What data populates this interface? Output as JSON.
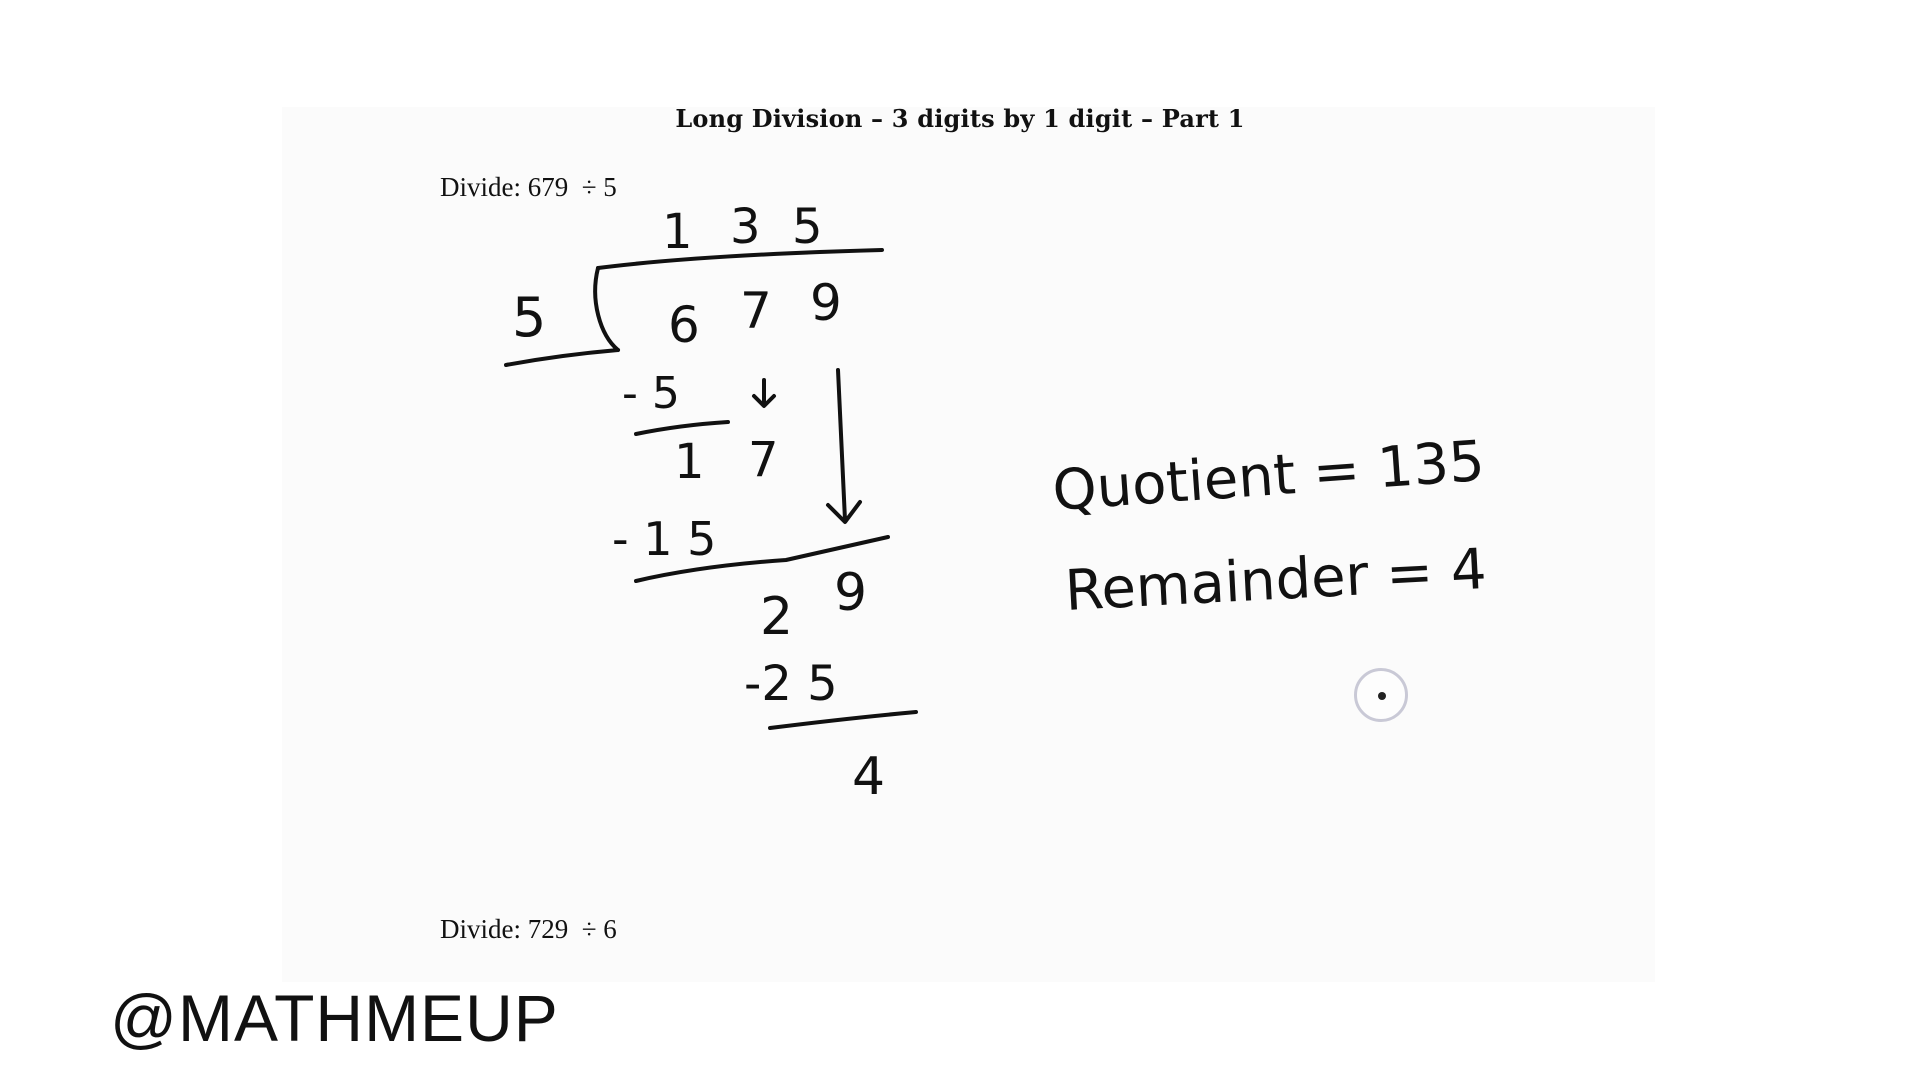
{
  "document": {
    "title": "Long Division – 3 digits by 1 digit – Part 1",
    "problems": [
      {
        "label": "Divide: 679  ÷ 5"
      },
      {
        "label": "Divide: 729  ÷ 6"
      }
    ]
  },
  "handwriting": {
    "quotient_digits": [
      "1",
      "3",
      "5"
    ],
    "divisor": "5",
    "dividend_digits": [
      "6",
      "7",
      "9"
    ],
    "step1_subtract": "- 5",
    "step1_result": [
      "1",
      "7"
    ],
    "step2_subtract": "- 1 5",
    "step2_result": [
      "2",
      "9"
    ],
    "step3_subtract": "-2 5",
    "remainder_digit": "4",
    "quotient_note": "Quotient = 135",
    "remainder_note": "Remainder = 4"
  },
  "watermark": "@MATHMEUP",
  "colors": {
    "ink": "#111111",
    "page_background": "#fbfbfb",
    "cursor_ring": "#c9c9d6"
  }
}
